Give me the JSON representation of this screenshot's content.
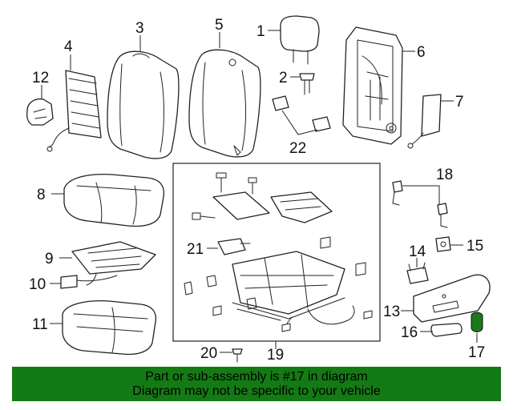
{
  "callouts": {
    "c1": "1",
    "c2": "2",
    "c3": "3",
    "c4": "4",
    "c5": "5",
    "c6": "6",
    "c7": "7",
    "c8": "8",
    "c9": "9",
    "c10": "10",
    "c11": "11",
    "c12": "12",
    "c13": "13",
    "c14": "14",
    "c15": "15",
    "c16": "16",
    "c17": "17",
    "c18": "18",
    "c19": "19",
    "c20": "20",
    "c21": "21",
    "c22": "22"
  },
  "banner": {
    "line1": "Part or sub-assembly is #17 in diagram",
    "line2": "Diagram may not be specific to your vehicle"
  },
  "colors": {
    "banner_bg": "#147a14",
    "highlight_part": "#1a7a1a"
  }
}
